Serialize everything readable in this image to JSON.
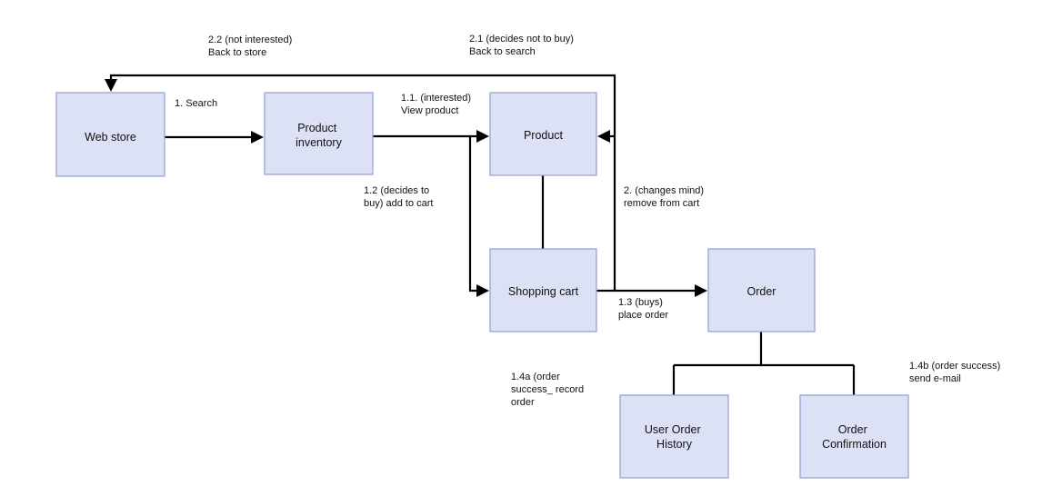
{
  "nodes": {
    "web_store": {
      "lines": [
        "Web store"
      ]
    },
    "product_inventory": {
      "lines": [
        "Product",
        "inventory"
      ]
    },
    "product": {
      "lines": [
        "Product"
      ]
    },
    "shopping_cart": {
      "lines": [
        "Shopping cart"
      ]
    },
    "order": {
      "lines": [
        "Order"
      ]
    },
    "user_order_history": {
      "lines": [
        "User Order",
        "History"
      ]
    },
    "order_confirmation": {
      "lines": [
        "Order",
        "Confirmation"
      ]
    }
  },
  "labels": {
    "search": {
      "lines": [
        "1. Search"
      ]
    },
    "view_product": {
      "lines": [
        "1.1. (interested)",
        "View product"
      ]
    },
    "add_to_cart": {
      "lines": [
        "1.2 (decides to",
        "buy) add to cart"
      ]
    },
    "place_order": {
      "lines": [
        "1.3 (buys)",
        "place order"
      ]
    },
    "record_order": {
      "lines": [
        "1.4a (order",
        "success_ record",
        "order"
      ]
    },
    "send_email": {
      "lines": [
        "1.4b (order success)",
        "send e-mail"
      ]
    },
    "remove_from_cart": {
      "lines": [
        "2. (changes mind)",
        "remove from cart"
      ]
    },
    "back_to_search": {
      "lines": [
        "2.1 (decides not to buy)",
        "Back to search"
      ]
    },
    "back_to_store": {
      "lines": [
        "2.2 (not interested)",
        "Back to store"
      ]
    }
  },
  "colors": {
    "node_fill": "#dde1f6",
    "node_border": "#9aa3d4",
    "line": "#000000",
    "text": "#111111"
  }
}
